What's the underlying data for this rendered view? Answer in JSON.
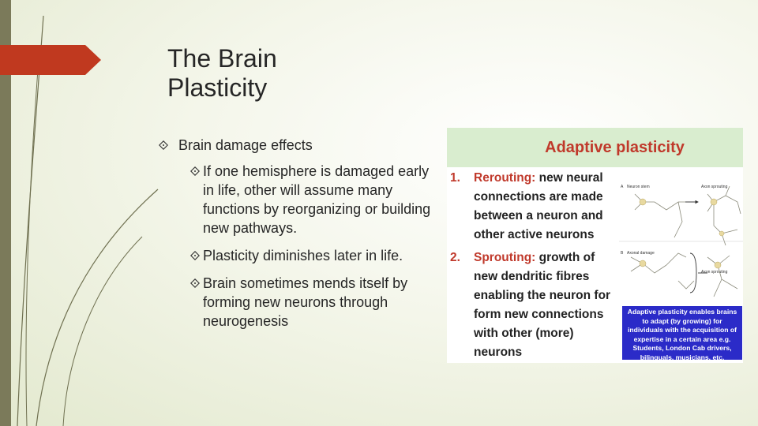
{
  "slide": {
    "title_line1": "The Brain",
    "title_line2": "Plasticity",
    "accent_color": "#c0391f",
    "bullets": {
      "main": "Brain damage effects",
      "sub": [
        "If one hemisphere is damaged early in life, other will assume many functions by reorganizing or building new pathways.",
        "Plasticity diminishes later in life.",
        "Brain sometimes mends itself by forming new neurons through neurogenesis"
      ]
    }
  },
  "figure": {
    "header": "Adaptive plasticity",
    "header_bg": "#d9edcf",
    "items": [
      {
        "number": "1.",
        "highlight": "Rerouting:",
        "text": " new neural connections are made between a neuron and other active neurons"
      },
      {
        "number": "2.",
        "highlight": "Sprouting:",
        "text": " growth of new dendritic fibres enabling the neuron for form new connections with other (more) neurons"
      }
    ],
    "diagram_labels": {
      "a": "A",
      "a_left": "Neuron stem",
      "a_right": "Axon sprouting",
      "b": "B",
      "b_left": "Axonal damage",
      "b_right": "Axon sprouting"
    },
    "callout": "Adaptive plasticity enables brains to adapt (by growing) for individuals with the acquisition of expertise in a certain area e.g. Students, London Cab drivers, bilinguals, musicians, etc.",
    "callout_bg": "#2b2bc8"
  }
}
